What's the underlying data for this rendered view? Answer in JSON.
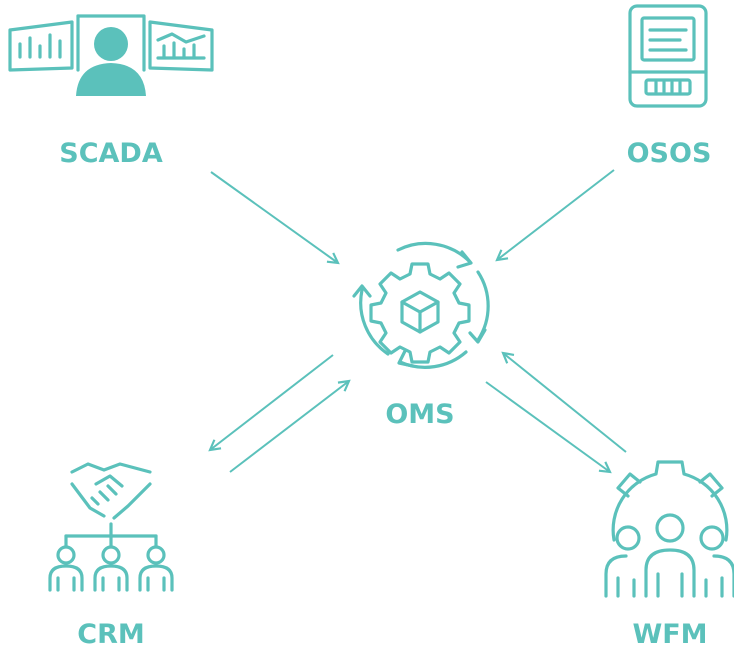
{
  "diagram": {
    "accent_color": "#5bc1bb",
    "center": {
      "label": "OMS",
      "icon": "gear-cube-cycle-icon"
    },
    "nodes": {
      "scada": {
        "label": "SCADA",
        "icon": "operator-monitors-icon"
      },
      "osos": {
        "label": "OSOS",
        "icon": "smart-meter-icon"
      },
      "crm": {
        "label": "CRM",
        "icon": "handshake-team-icon"
      },
      "wfm": {
        "label": "WFM",
        "icon": "team-gear-icon"
      }
    },
    "connections": [
      {
        "from": "SCADA",
        "to": "OMS",
        "direction": "one-way"
      },
      {
        "from": "OSOS",
        "to": "OMS",
        "direction": "one-way"
      },
      {
        "from": "CRM",
        "to": "OMS",
        "direction": "two-way"
      },
      {
        "from": "WFM",
        "to": "OMS",
        "direction": "two-way"
      }
    ]
  }
}
